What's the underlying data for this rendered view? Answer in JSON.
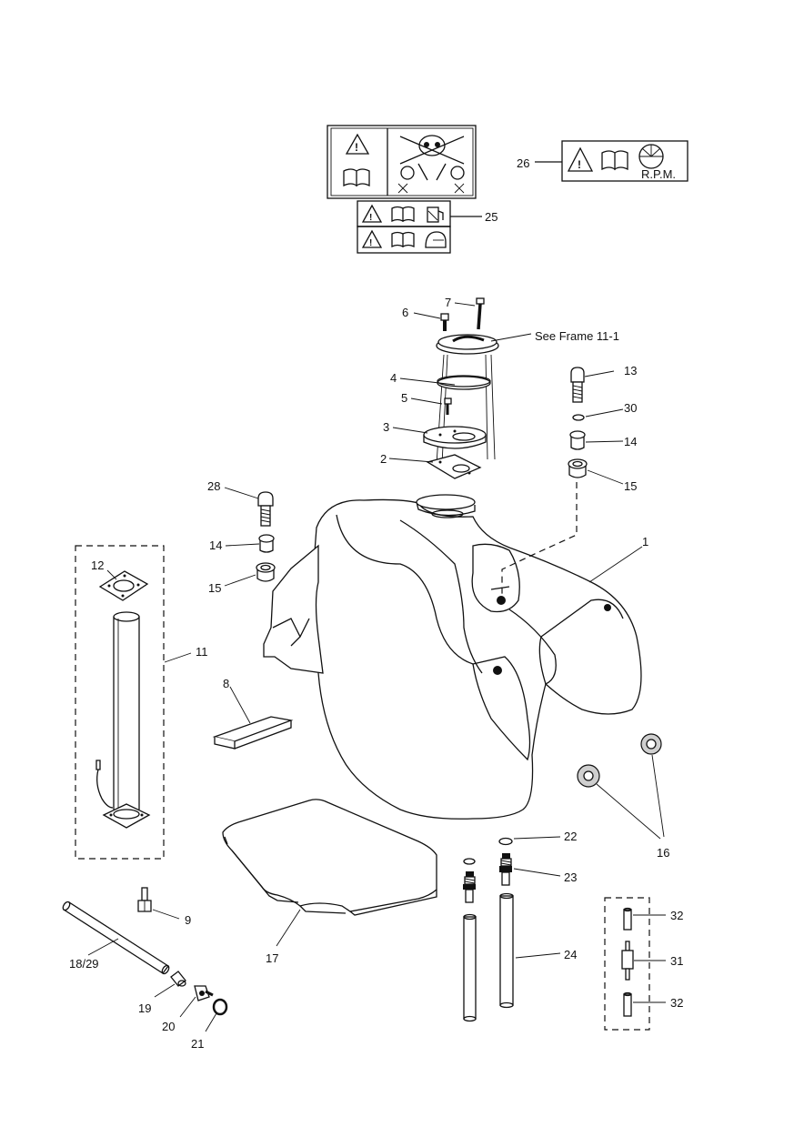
{
  "callouts": {
    "c1": "1",
    "c2": "2",
    "c3": "3",
    "c4": "4",
    "c5": "5",
    "c6": "6",
    "c7": "7",
    "c8": "8",
    "c9": "9",
    "c11": "11",
    "c12": "12",
    "c13": "13",
    "c14a": "14",
    "c14b": "14",
    "c15a": "15",
    "c15b": "15",
    "c16": "16",
    "c17": "17",
    "c18_29": "18/29",
    "c19": "19",
    "c20": "20",
    "c21": "21",
    "c22": "22",
    "c23": "23",
    "c24": "24",
    "c25": "25",
    "c26": "26",
    "c28": "28",
    "c30": "30",
    "c31": "31",
    "c32a": "32",
    "c32b": "32"
  },
  "see_frame": "See Frame 11-1",
  "labels": {
    "rpm": "R.P.M."
  },
  "icons": [
    "warning-triangle-icon",
    "manual-book-icon",
    "skull-crossbones-icon",
    "fuel-pump-icon",
    "helmet-icon",
    "tachometer-icon"
  ]
}
